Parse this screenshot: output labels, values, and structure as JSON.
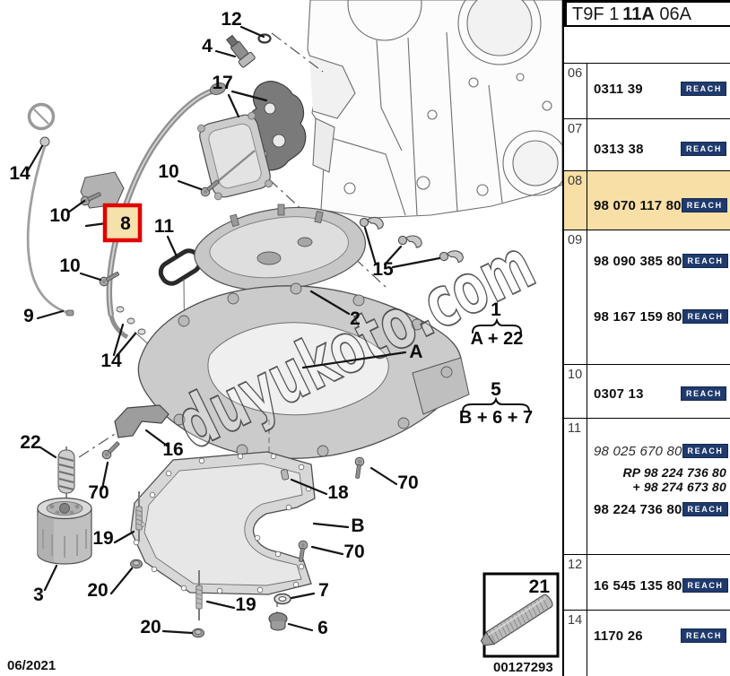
{
  "header": {
    "code_prefix": "T9F 1",
    "code_bold": "11A",
    "code_suffix": "06A"
  },
  "reach_label": "REACH",
  "parts_table": {
    "rows": [
      {
        "ref": "06",
        "lines": [
          {
            "part": "0311 39"
          }
        ]
      },
      {
        "ref": "07",
        "lines": [
          {
            "part": "0313 38"
          }
        ]
      },
      {
        "ref": "08",
        "highlighted": true,
        "lines": [
          {
            "part": "98 070 117 80"
          }
        ]
      },
      {
        "ref": "09",
        "lines": [
          {
            "part": "98 090 385 80"
          },
          {
            "part": "98 167 159 80"
          }
        ]
      },
      {
        "ref": "10",
        "lines": [
          {
            "part": "0307 13"
          }
        ]
      },
      {
        "ref": "11",
        "lines": [
          {
            "part": "98 025 670 80"
          },
          {
            "part": "RP 98 224 736 80"
          },
          {
            "part": "+ 98 274 673 80"
          },
          {
            "part": "98 224 736 80"
          }
        ]
      },
      {
        "ref": "12",
        "lines": [
          {
            "part": "16 545 135 80"
          }
        ]
      },
      {
        "ref": "14",
        "lines": [
          {
            "part": "1170 26"
          }
        ]
      }
    ]
  },
  "diagram": {
    "callouts": [
      "12",
      "4",
      "17",
      "14",
      "10",
      "10",
      "11",
      "10",
      "9",
      "14",
      "2",
      "15",
      "A",
      "22",
      "16",
      "70",
      "19",
      "3",
      "20",
      "19",
      "20",
      "18",
      "70",
      "B",
      "70",
      "7",
      "6"
    ],
    "highlight_callout": "8",
    "groups": [
      {
        "number": "1",
        "formula": "A + 22"
      },
      {
        "number": "5",
        "formula": "B + 6 + 7"
      }
    ],
    "inset_label": "21",
    "watermark": "duyukoto.com"
  },
  "footer": {
    "date": "06/2021",
    "image_number": "00127293"
  },
  "colors": {
    "row_highlight": "#f7dfa6",
    "highlight_red": "#e10000",
    "reach_bg": "#1f3a6d",
    "reach_text": "#ffffff"
  }
}
